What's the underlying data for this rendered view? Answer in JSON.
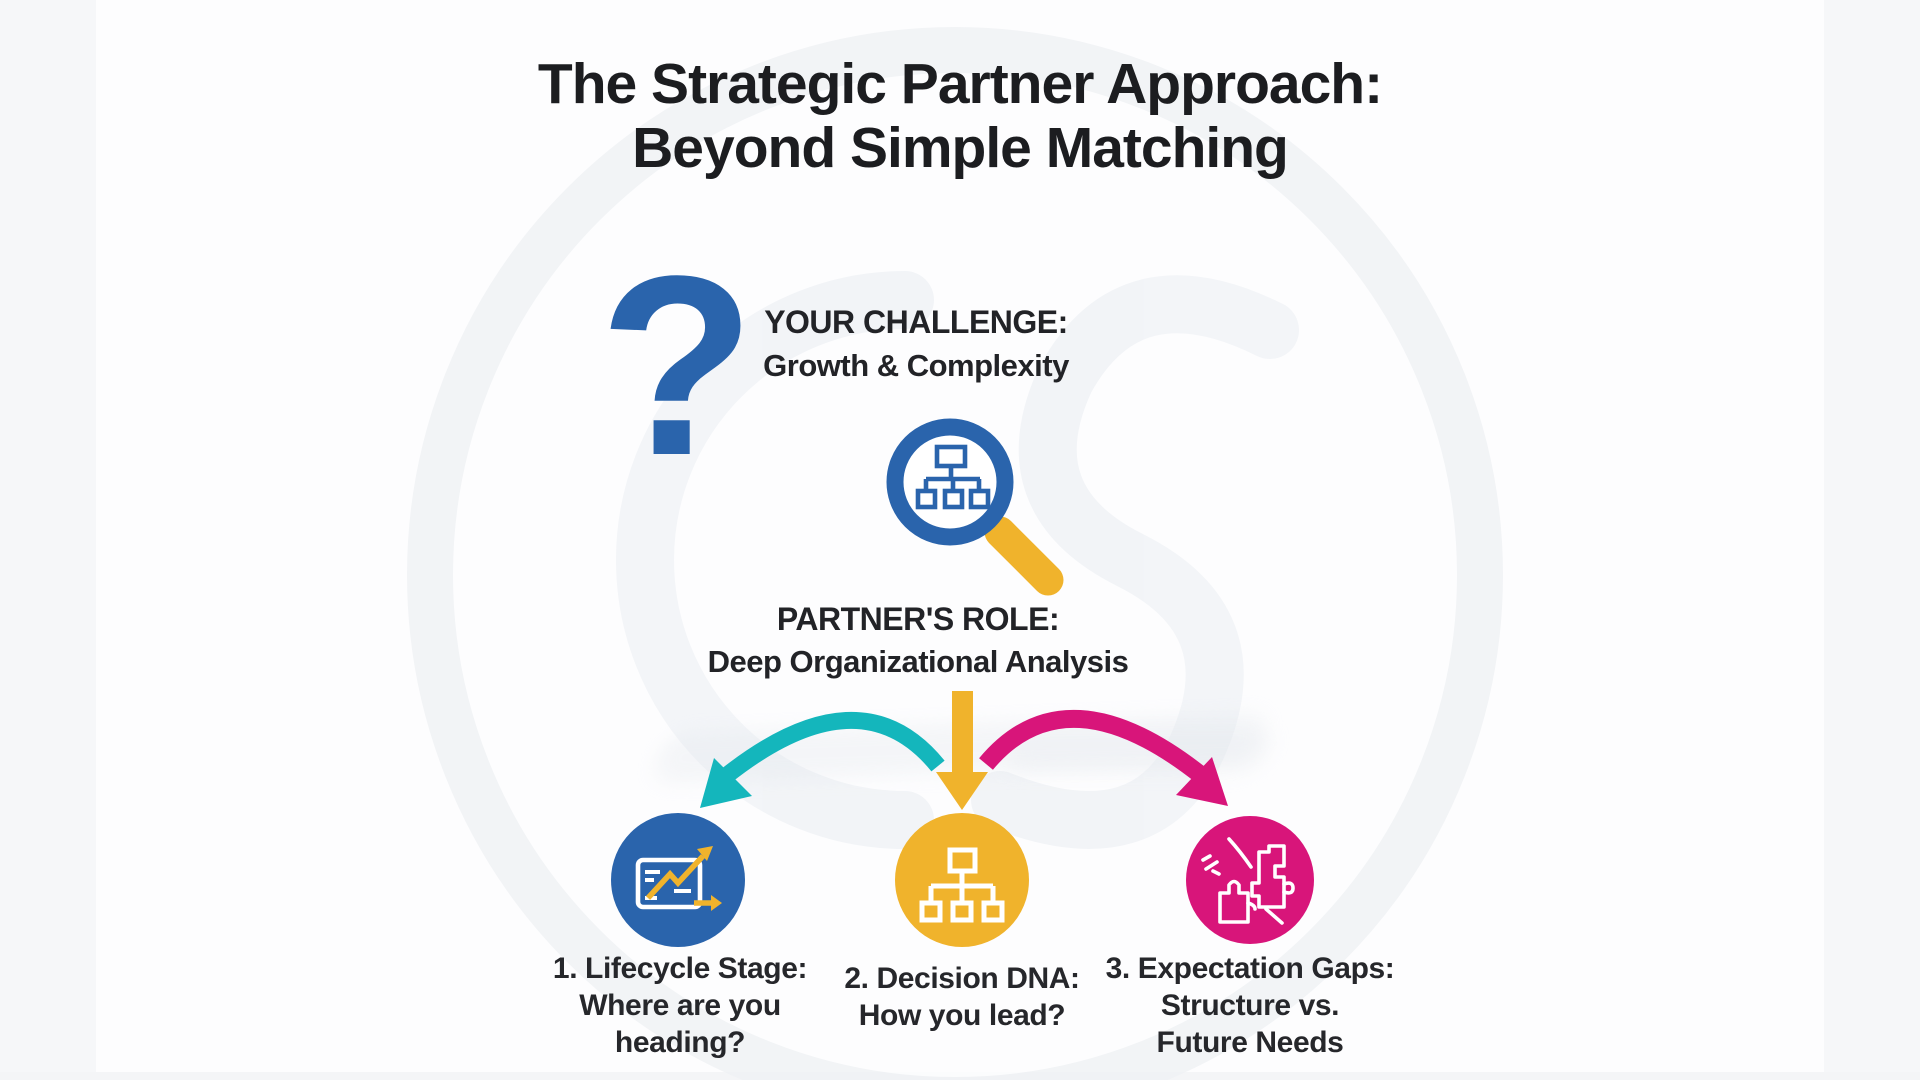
{
  "title": {
    "line1": "The Strategic Partner Approach:",
    "line2": "Beyond Simple Matching"
  },
  "challenge": {
    "question_mark": "?",
    "heading": "YOUR CHALLENGE:",
    "subheading": "Growth & Complexity"
  },
  "partner": {
    "heading": "PARTNER'S ROLE:",
    "subheading": "Deep Organizational Analysis"
  },
  "factors": [
    {
      "lines": [
        "1. Lifecycle Stage:",
        "Where are you",
        "heading?"
      ],
      "color": "#2a64ac",
      "icon": "growth-chart-icon"
    },
    {
      "lines": [
        "2. Decision DNA:",
        "How you lead?"
      ],
      "color": "#f0b32c",
      "icon": "org-hierarchy-icon"
    },
    {
      "lines": [
        "3. Expectation Gaps:",
        "Structure vs.",
        "Future Needs"
      ],
      "color": "#d8157a",
      "icon": "puzzle-mismatch-icon"
    }
  ],
  "icons": {
    "question": "question-mark-icon",
    "analysis": "magnifier-org-chart-icon",
    "arrow_left": "curved-arrow-left-icon",
    "arrow_down": "straight-arrow-down-icon",
    "arrow_right": "curved-arrow-right-icon"
  },
  "colors": {
    "blue": "#2a64ac",
    "yellow": "#f0b32c",
    "teal": "#14b6bc",
    "pink": "#d8157a",
    "text": "#1c1d20",
    "background": "#fdfdfe"
  }
}
